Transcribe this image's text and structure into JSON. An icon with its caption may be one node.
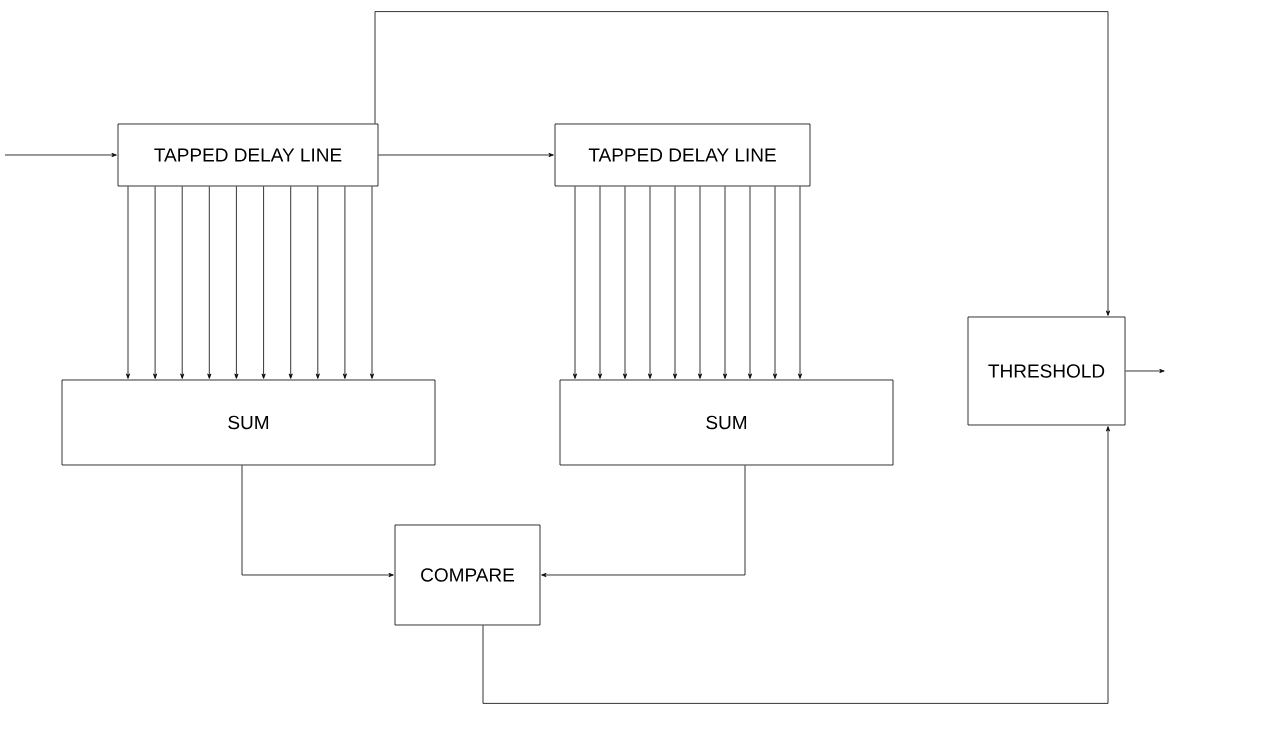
{
  "diagram": {
    "nodes": [
      {
        "text": [
          "TAPPED DELAY LINE"
        ]
      },
      {
        "text": [
          "TAPPED DELAY LINE"
        ]
      },
      {
        "text": [
          "SUM"
        ]
      },
      {
        "text": [
          "SUM"
        ]
      },
      {
        "text": [
          "THRESHOLD"
        ]
      },
      {
        "text": [
          "COMPARE"
        ]
      }
    ],
    "edges": [
      {
        "from": null,
        "to": 0,
        "arrow": "to"
      },
      {
        "from": 0,
        "to": 1,
        "arrow": "to"
      },
      {
        "from": 0,
        "to": 2,
        "arrow": "to"
      },
      {
        "from": 0,
        "to": 2,
        "arrow": "to"
      },
      {
        "from": 0,
        "to": 2,
        "arrow": "to"
      },
      {
        "from": 0,
        "to": 2,
        "arrow": "to"
      },
      {
        "from": 0,
        "to": 2,
        "arrow": "to"
      },
      {
        "from": 0,
        "to": 2,
        "arrow": "to"
      },
      {
        "from": 0,
        "to": 2,
        "arrow": "to"
      },
      {
        "from": 0,
        "to": 2,
        "arrow": "to"
      },
      {
        "from": 0,
        "to": 2,
        "arrow": "to"
      },
      {
        "from": 0,
        "to": 2,
        "arrow": "to"
      },
      {
        "from": 1,
        "to": 3,
        "arrow": "to"
      },
      {
        "from": 1,
        "to": 3,
        "arrow": "to"
      },
      {
        "from": 1,
        "to": 3,
        "arrow": "to"
      },
      {
        "from": 1,
        "to": 3,
        "arrow": "to"
      },
      {
        "from": 1,
        "to": 3,
        "arrow": "to"
      },
      {
        "from": 1,
        "to": 3,
        "arrow": "to"
      },
      {
        "from": 1,
        "to": 3,
        "arrow": "to"
      },
      {
        "from": 1,
        "to": 3,
        "arrow": "to"
      },
      {
        "from": 1,
        "to": 3,
        "arrow": "to"
      },
      {
        "from": 1,
        "to": 3,
        "arrow": "to"
      },
      {
        "from": 0,
        "to": 4,
        "arrow": "to"
      },
      {
        "from": 2,
        "to": 5,
        "arrow": "to"
      },
      {
        "from": 3,
        "to": 5,
        "arrow": "to"
      },
      {
        "from": 5,
        "to": 4,
        "arrow": "to"
      },
      {
        "from": 4,
        "to": null,
        "arrow": "to"
      }
    ]
  }
}
